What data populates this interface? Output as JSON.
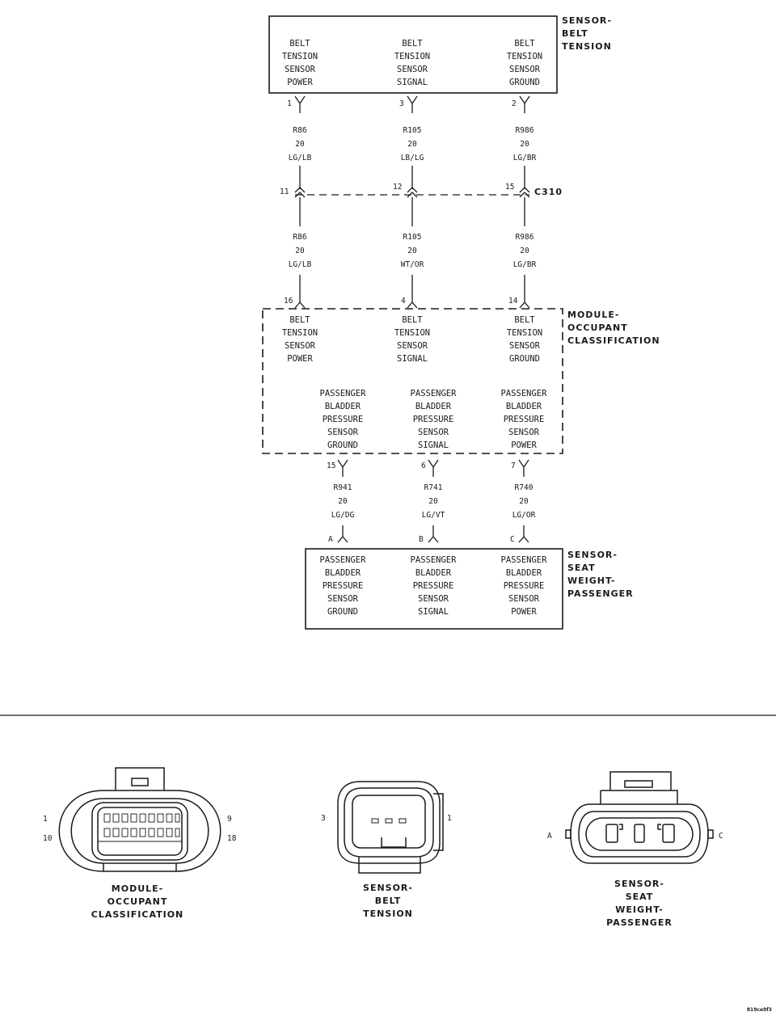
{
  "components": {
    "sensor_belt_tension": {
      "title_lines": [
        "SENSOR-",
        "BELT",
        "TENSION"
      ],
      "pins": [
        [
          "BELT",
          "TENSION",
          "SENSOR",
          "POWER"
        ],
        [
          "BELT",
          "TENSION",
          "SENSOR",
          "SIGNAL"
        ],
        [
          "BELT",
          "TENSION",
          "SENSOR",
          "GROUND"
        ]
      ],
      "pin_numbers": [
        "1",
        "3",
        "2"
      ]
    },
    "module_occupant_classification": {
      "title_lines": [
        "MODULE-",
        "OCCUPANT",
        "CLASSIFICATION"
      ],
      "upper_pins": [
        [
          "BELT",
          "TENSION",
          "SENSOR",
          "POWER"
        ],
        [
          "BELT",
          "TENSION",
          "SENSOR",
          "SIGNAL"
        ],
        [
          "BELT",
          "TENSION",
          "SENSOR",
          "GROUND"
        ]
      ],
      "upper_pin_numbers": [
        "16",
        "4",
        "14"
      ],
      "lower_pins": [
        [
          "PASSENGER",
          "BLADDER",
          "PRESSURE",
          "SENSOR",
          "GROUND"
        ],
        [
          "PASSENGER",
          "BLADDER",
          "PRESSURE",
          "SENSOR",
          "SIGNAL"
        ],
        [
          "PASSENGER",
          "BLADDER",
          "PRESSURE",
          "SENSOR",
          "POWER"
        ]
      ],
      "lower_pin_numbers": [
        "15",
        "6",
        "7"
      ]
    },
    "sensor_seat_weight": {
      "title_lines": [
        "SENSOR-",
        "SEAT",
        "WEIGHT-",
        "PASSENGER"
      ],
      "pins": [
        [
          "PASSENGER",
          "BLADDER",
          "PRESSURE",
          "SENSOR",
          "GROUND"
        ],
        [
          "PASSENGER",
          "BLADDER",
          "PRESSURE",
          "SENSOR",
          "SIGNAL"
        ],
        [
          "PASSENGER",
          "BLADDER",
          "PRESSURE",
          "SENSOR",
          "POWER"
        ]
      ],
      "pin_letters": [
        "A",
        "B",
        "C"
      ]
    }
  },
  "wires": {
    "upper_segment": [
      [
        "R86",
        "20",
        "LG/LB"
      ],
      [
        "R105",
        "20",
        "LB/LG"
      ],
      [
        "R986",
        "20",
        "LG/BR"
      ]
    ],
    "middle_segment": [
      [
        "R86",
        "20",
        "LG/LB"
      ],
      [
        "R105",
        "20",
        "WT/OR"
      ],
      [
        "R986",
        "20",
        "LG/BR"
      ]
    ],
    "lower_segment": [
      [
        "R941",
        "20",
        "LG/DG"
      ],
      [
        "R741",
        "20",
        "LG/VT"
      ],
      [
        "R740",
        "20",
        "LG/OR"
      ]
    ]
  },
  "inline_connector": {
    "name": "C310",
    "pins": [
      "11",
      "12",
      "15"
    ]
  },
  "connector_views": {
    "module": {
      "label_lines": [
        "MODULE-",
        "OCCUPANT",
        "CLASSIFICATION"
      ],
      "pin_labels": [
        "1",
        "10",
        "9",
        "18"
      ]
    },
    "belt": {
      "label_lines": [
        "SENSOR-",
        "BELT",
        "TENSION"
      ],
      "pin_labels": [
        "3",
        "1"
      ]
    },
    "seat": {
      "label_lines": [
        "SENSOR-",
        "SEAT",
        "WEIGHT-",
        "PASSENGER"
      ],
      "pin_labels": [
        "A",
        "C"
      ]
    }
  },
  "figure_id": "819ce9f3"
}
